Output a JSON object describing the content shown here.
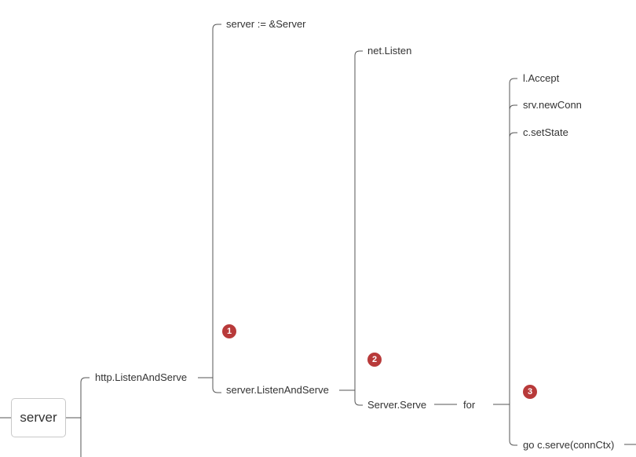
{
  "mindmap": {
    "root": "server",
    "level1": {
      "listen_and_serve": "http.ListenAndServe"
    },
    "level2": {
      "server_init": "server := &Server",
      "server_listen_and_serve": "server.ListenAndServe"
    },
    "level3": {
      "net_listen": "net.Listen",
      "server_serve": "Server.Serve",
      "for_loop": "for"
    },
    "level4": {
      "accept": "l.Accept",
      "new_conn": "srv.newConn",
      "set_state": "c.setState",
      "go_serve": "go c.serve(connCtx)"
    },
    "markers": [
      "1",
      "2",
      "3"
    ],
    "colors": {
      "line": "#555555",
      "marker": "#b83a3a",
      "root_border": "#c8c8c8"
    }
  }
}
